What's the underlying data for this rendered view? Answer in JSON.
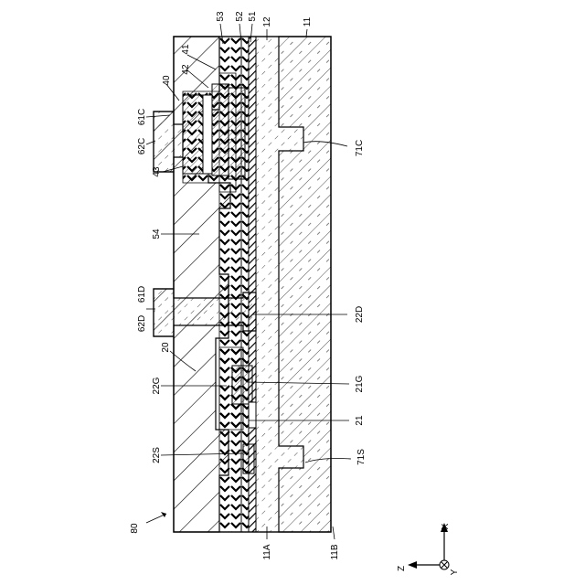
{
  "labels": {
    "l11": "11",
    "l12": "12",
    "l51": "51",
    "l52": "52",
    "l53": "53",
    "l41": "41",
    "l42": "42",
    "l40": "40",
    "l61c": "61C",
    "l62c": "62C",
    "l43": "43",
    "l71c": "71C",
    "l54": "54",
    "l62d": "62D",
    "l61d": "61D",
    "l22d": "22D",
    "l20": "20",
    "l22g": "22G",
    "l21g": "21G",
    "l21": "21",
    "l22s": "22S",
    "l71s": "71S",
    "l80": "80",
    "l11a": "11A",
    "l11b": "11B"
  },
  "axes": {
    "x": "X",
    "z": "Z",
    "y": "Y"
  }
}
